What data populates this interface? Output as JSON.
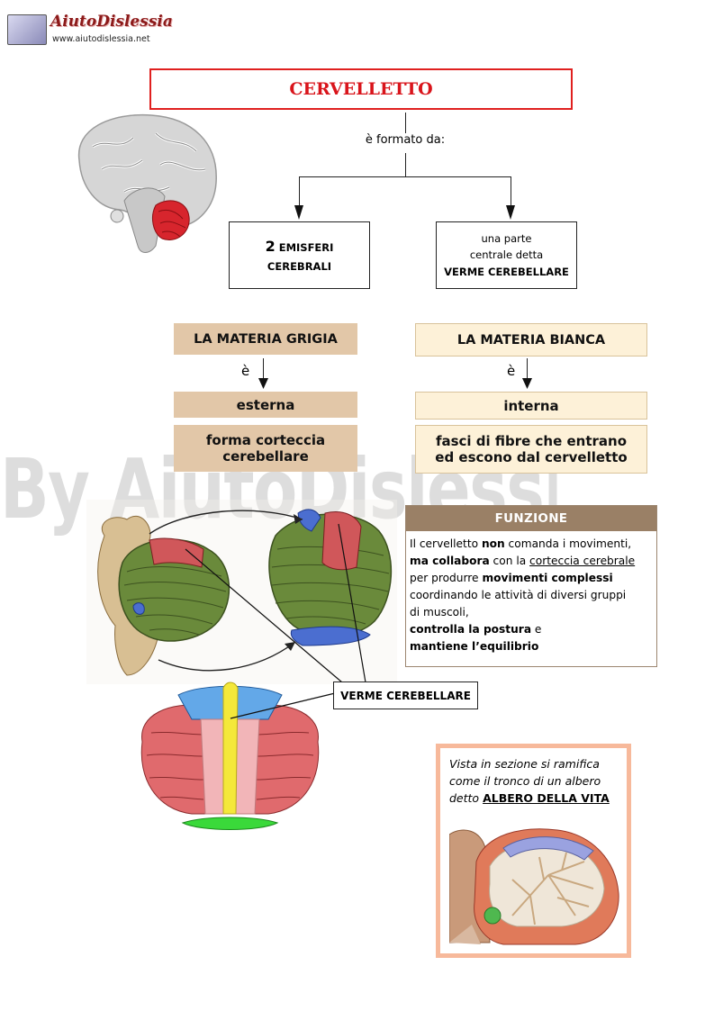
{
  "logo": {
    "title": "AiutoDislessia",
    "url": "www.aiutodislessia.net"
  },
  "watermark": "By AiutoDislessia.net",
  "title": "CERVELLETTO",
  "formato_label": "è formato  da:",
  "left_box": {
    "number": "2",
    "line1": "EMISFERI",
    "line2": "CEREBRALI"
  },
  "right_box": {
    "line1": "una parte",
    "line2": "centrale detta",
    "line3": "VERME CEREBELLARE"
  },
  "materia_grigia": {
    "title": "LA MATERIA GRIGIA",
    "connector": "è",
    "position": "esterna",
    "description_line1": "forma corteccia",
    "description_line2": "cerebellare"
  },
  "materia_bianca": {
    "title": "LA MATERIA BIANCA",
    "connector": "è",
    "position": "interna",
    "description_line1": "fasci di fibre che entrano",
    "description_line2": "ed escono dal cervelletto"
  },
  "funzione": {
    "header": "FUNZIONE",
    "t1": "Il cervelletto ",
    "t2": "non",
    "t3": " comanda i movimenti,",
    "t4": "ma collabora",
    "t5": " con la ",
    "t6": "corteccia cerebrale",
    "t7": "per produrre ",
    "t8": "movimenti complessi",
    "t9": "coordinando le attività di diversi gruppi",
    "t10": "di muscoli,",
    "t11": "controlla la postura",
    "t12": " e",
    "t13": "mantiene l’equilibrio"
  },
  "verme_label": "VERME CEREBELLARE",
  "vista": {
    "line1": "Vista in sezione si ramifica",
    "line2": "come il tronco di un albero",
    "line3_prefix": "detto ",
    "line3_bold": "ALBERO DELLA VITA"
  },
  "colors": {
    "title_red": "#d9141b",
    "grey_matter_box": "#e2c7a8",
    "white_matter_box": "#fdf1d8",
    "funzione_header": "#9a8066",
    "vista_border": "#f7b99b"
  }
}
